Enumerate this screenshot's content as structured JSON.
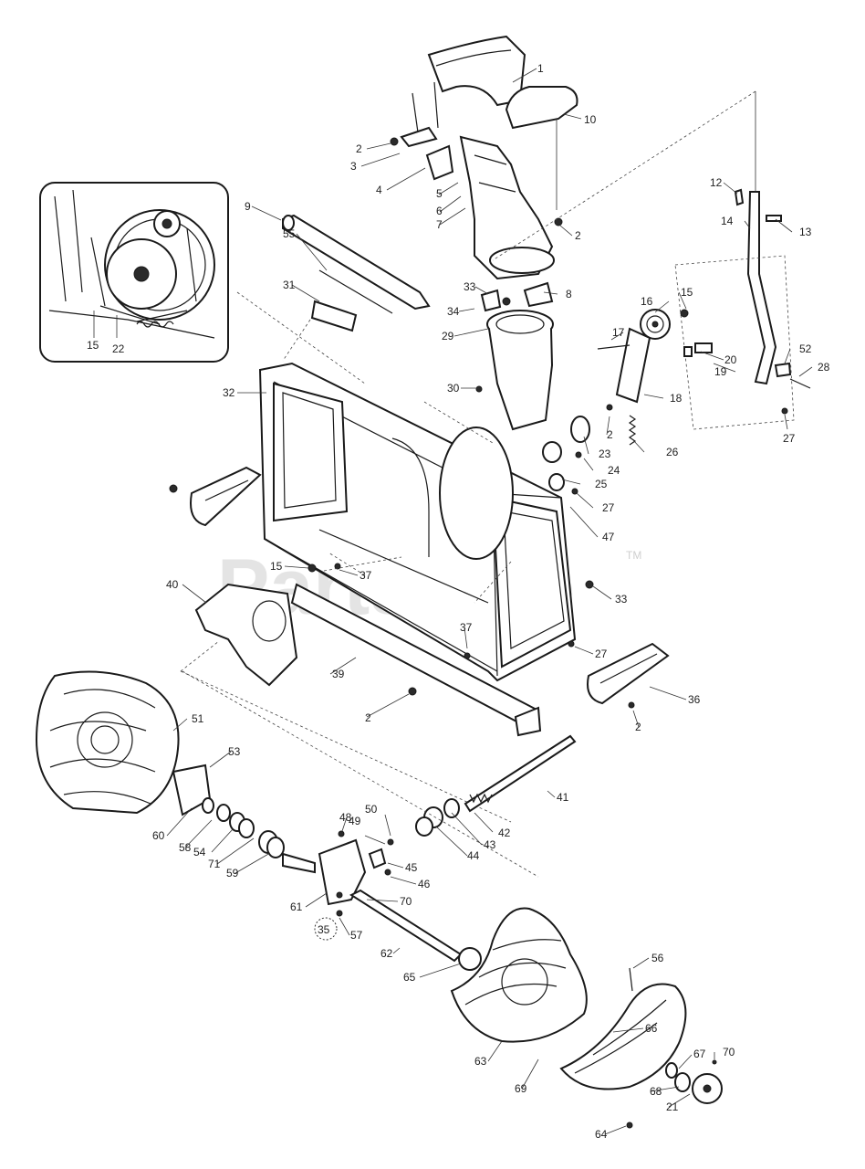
{
  "watermark": {
    "text": "PartsTree",
    "trademark": "TM"
  },
  "callouts": [
    {
      "id": "c1",
      "text": "1"
    },
    {
      "id": "c10",
      "text": "10"
    },
    {
      "id": "c2a",
      "text": "2"
    },
    {
      "id": "c3",
      "text": "3"
    },
    {
      "id": "c4",
      "text": "4"
    },
    {
      "id": "c5",
      "text": "5"
    },
    {
      "id": "c6",
      "text": "6"
    },
    {
      "id": "c7",
      "text": "7"
    },
    {
      "id": "c2b",
      "text": "2"
    },
    {
      "id": "c9",
      "text": "9"
    },
    {
      "id": "c55",
      "text": "55"
    },
    {
      "id": "c31",
      "text": "31"
    },
    {
      "id": "c33a",
      "text": "33"
    },
    {
      "id": "c8",
      "text": "8"
    },
    {
      "id": "c34",
      "text": "34"
    },
    {
      "id": "c29",
      "text": "29"
    },
    {
      "id": "c30",
      "text": "30"
    },
    {
      "id": "c32",
      "text": "32"
    },
    {
      "id": "c12",
      "text": "12"
    },
    {
      "id": "c14",
      "text": "14"
    },
    {
      "id": "c13",
      "text": "13"
    },
    {
      "id": "c16",
      "text": "16"
    },
    {
      "id": "c15a",
      "text": "15"
    },
    {
      "id": "c17",
      "text": "17"
    },
    {
      "id": "c20",
      "text": "20"
    },
    {
      "id": "c19",
      "text": "19"
    },
    {
      "id": "c52",
      "text": "52"
    },
    {
      "id": "c28",
      "text": "28"
    },
    {
      "id": "c2c",
      "text": "2"
    },
    {
      "id": "c18",
      "text": "18"
    },
    {
      "id": "c27a",
      "text": "27"
    },
    {
      "id": "c23",
      "text": "23"
    },
    {
      "id": "c24",
      "text": "24"
    },
    {
      "id": "c26",
      "text": "26"
    },
    {
      "id": "c25",
      "text": "25"
    },
    {
      "id": "c27b",
      "text": "27"
    },
    {
      "id": "c47",
      "text": "47"
    },
    {
      "id": "c15b",
      "text": "15"
    },
    {
      "id": "c37a",
      "text": "37"
    },
    {
      "id": "c33b",
      "text": "33"
    },
    {
      "id": "c40",
      "text": "40"
    },
    {
      "id": "c37b",
      "text": "37"
    },
    {
      "id": "c27c",
      "text": "27"
    },
    {
      "id": "c39",
      "text": "39"
    },
    {
      "id": "c2d",
      "text": "2"
    },
    {
      "id": "c36",
      "text": "36"
    },
    {
      "id": "c2e",
      "text": "2"
    },
    {
      "id": "c51",
      "text": "51"
    },
    {
      "id": "c53",
      "text": "53"
    },
    {
      "id": "c41",
      "text": "41"
    },
    {
      "id": "c48",
      "text": "48"
    },
    {
      "id": "c50",
      "text": "50"
    },
    {
      "id": "c49",
      "text": "49"
    },
    {
      "id": "c42",
      "text": "42"
    },
    {
      "id": "c43",
      "text": "43"
    },
    {
      "id": "c44",
      "text": "44"
    },
    {
      "id": "c60",
      "text": "60"
    },
    {
      "id": "c58",
      "text": "58"
    },
    {
      "id": "c54",
      "text": "54"
    },
    {
      "id": "c71",
      "text": "71"
    },
    {
      "id": "c59",
      "text": "59"
    },
    {
      "id": "c45",
      "text": "45"
    },
    {
      "id": "c46",
      "text": "46"
    },
    {
      "id": "c70a",
      "text": "70"
    },
    {
      "id": "c61",
      "text": "61"
    },
    {
      "id": "c35",
      "text": "35"
    },
    {
      "id": "c57",
      "text": "57"
    },
    {
      "id": "c62",
      "text": "62"
    },
    {
      "id": "c65",
      "text": "65"
    },
    {
      "id": "c56",
      "text": "56"
    },
    {
      "id": "c66",
      "text": "66"
    },
    {
      "id": "c63",
      "text": "63"
    },
    {
      "id": "c69",
      "text": "69"
    },
    {
      "id": "c67",
      "text": "67"
    },
    {
      "id": "c70b",
      "text": "70"
    },
    {
      "id": "c68",
      "text": "68"
    },
    {
      "id": "c21",
      "text": "21"
    },
    {
      "id": "c64",
      "text": "64"
    },
    {
      "id": "ci15",
      "text": "15"
    },
    {
      "id": "ci22",
      "text": "22"
    }
  ]
}
